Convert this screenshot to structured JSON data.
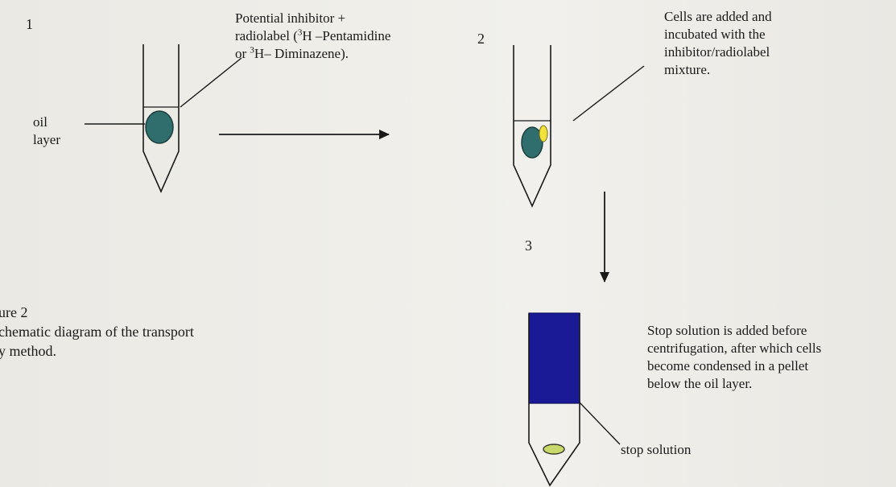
{
  "steps": {
    "one": "1",
    "two": "2",
    "three": "3"
  },
  "labels": {
    "oil": "oil",
    "layer": "layer",
    "inhibitor": {
      "line1": "Potential inhibitor +",
      "line2_pre": "radiolabel (",
      "sup1": "3",
      "line2_post": "H –Pentamidine",
      "line3_pre": "or ",
      "sup2": "3",
      "line3_post": "H– Diminazene)."
    },
    "cells_added": [
      "Cells are added and",
      "incubated with the",
      "inhibitor/radiolabel",
      "mixture."
    ],
    "stop_description": [
      "Stop solution is added before",
      "centrifugation, after which cells",
      "become condensed in a pellet",
      "below the oil layer."
    ],
    "stop_solution": "stop solution"
  },
  "caption": {
    "line1": "ure 2",
    "line2": "chematic diagram of the transport",
    "line3": "y method."
  },
  "colors": {
    "oil_blob": "#2f6e6c",
    "cell_yellow": "#f2e33a",
    "stop_solution": "#1a1a96",
    "pellet": "#c9d86a",
    "line": "#1a1a1a"
  }
}
